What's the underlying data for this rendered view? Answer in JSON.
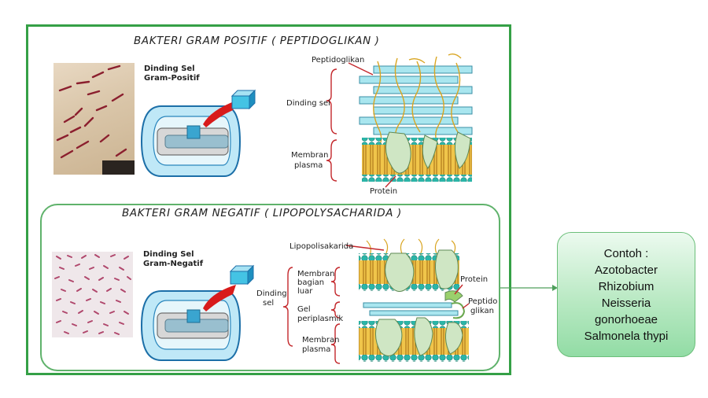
{
  "gram_positive": {
    "title": "BAKTERI GRAM POSITIF ( PEPTIDOGLIKAN )",
    "cell_label": "Dinding Sel\nGram-Positif",
    "labels": {
      "peptidoglycan": "Peptidoglikan",
      "cell_wall": "Dinding sel",
      "membrane_1": "Membran",
      "membrane_2": "plasma",
      "protein": "Protein"
    }
  },
  "gram_negative": {
    "title": "BAKTERI GRAM NEGATIF ( LIPOPOLYSACHARIDA )",
    "cell_label": "Dinding Sel\nGram-Negatif",
    "labels": {
      "lipopolysaccharide": "Lipopolisakarida",
      "outer_membrane_1": "Membran",
      "outer_membrane_2": "bagian",
      "outer_membrane_3": "luar",
      "cell_wall_1": "Dinding",
      "cell_wall_2": "sel",
      "gel_1": "Gel",
      "gel_2": "periplasmik",
      "plasma_membrane_1": "Membran",
      "plasma_membrane_2": "plasma",
      "protein": "Protein",
      "peptido_1": "Peptido",
      "peptido_2": "glikan"
    }
  },
  "examples": {
    "heading": "Contoh :",
    "items": [
      "Azotobacter",
      "Rhizobium",
      "Neisseria",
      "gonorhoeae",
      "Salmonela thypi"
    ]
  },
  "colors": {
    "frame": "#35a046",
    "membrane_heads": "#2bb5a8",
    "membrane_tails": "#d9a521",
    "peptidoglycan_bars": "#a9e6ef",
    "protein": "#cfe6c4",
    "callout": "#d81b1b",
    "label_brackets": "#c3272b"
  }
}
